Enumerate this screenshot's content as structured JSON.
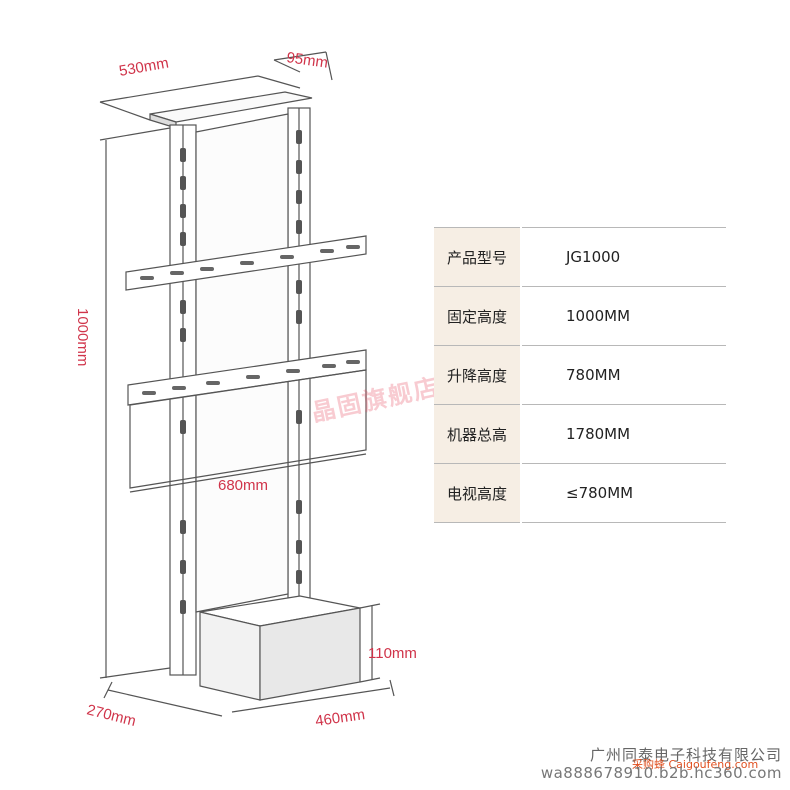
{
  "dimensions": {
    "top_width": "530mm",
    "top_depth": "95mm",
    "total_height": "1000mm",
    "bracket_width": "680mm",
    "box_height": "110mm",
    "base_depth": "270mm",
    "base_width": "460mm"
  },
  "specs": [
    {
      "label": "产品型号",
      "value": "JG1000"
    },
    {
      "label": "固定高度",
      "value": "1000MM"
    },
    {
      "label": "升降高度",
      "value": "780MM"
    },
    {
      "label": "机器总高",
      "value": "1780MM"
    },
    {
      "label": "电视高度",
      "value": "≤780MM"
    }
  ],
  "watermark": "晶固旗舰店",
  "footer": {
    "company": "广州同泰电子科技有限公司",
    "site_mark": "采购蜂 Caigoufeng.com",
    "site_url": "wa888678910.b2b.hc360.com"
  },
  "colors": {
    "dimension_text": "#d0344a",
    "table_label_bg": "#f6eee4",
    "line": "#555555"
  }
}
